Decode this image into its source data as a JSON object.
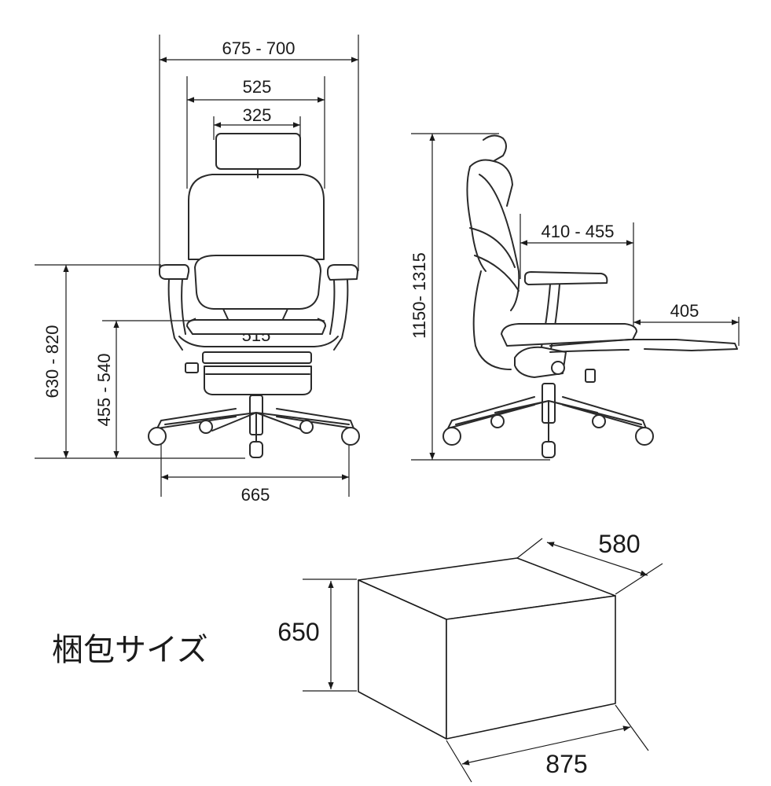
{
  "front_view": {
    "overall_width": "675 - 700",
    "backrest_width": "525",
    "headrest_width": "325",
    "seat_width": "515",
    "base_width": "665",
    "armrest_height": "630 - 820",
    "seat_height": "455 - 540"
  },
  "side_view": {
    "overall_height": "1150- 1315",
    "seat_depth": "410 - 455",
    "footrest_extension": "405"
  },
  "package": {
    "label": "梱包サイズ",
    "depth": "580",
    "height": "650",
    "width": "875"
  },
  "colors": {
    "line": "#1a1a1a",
    "background": "#ffffff"
  }
}
